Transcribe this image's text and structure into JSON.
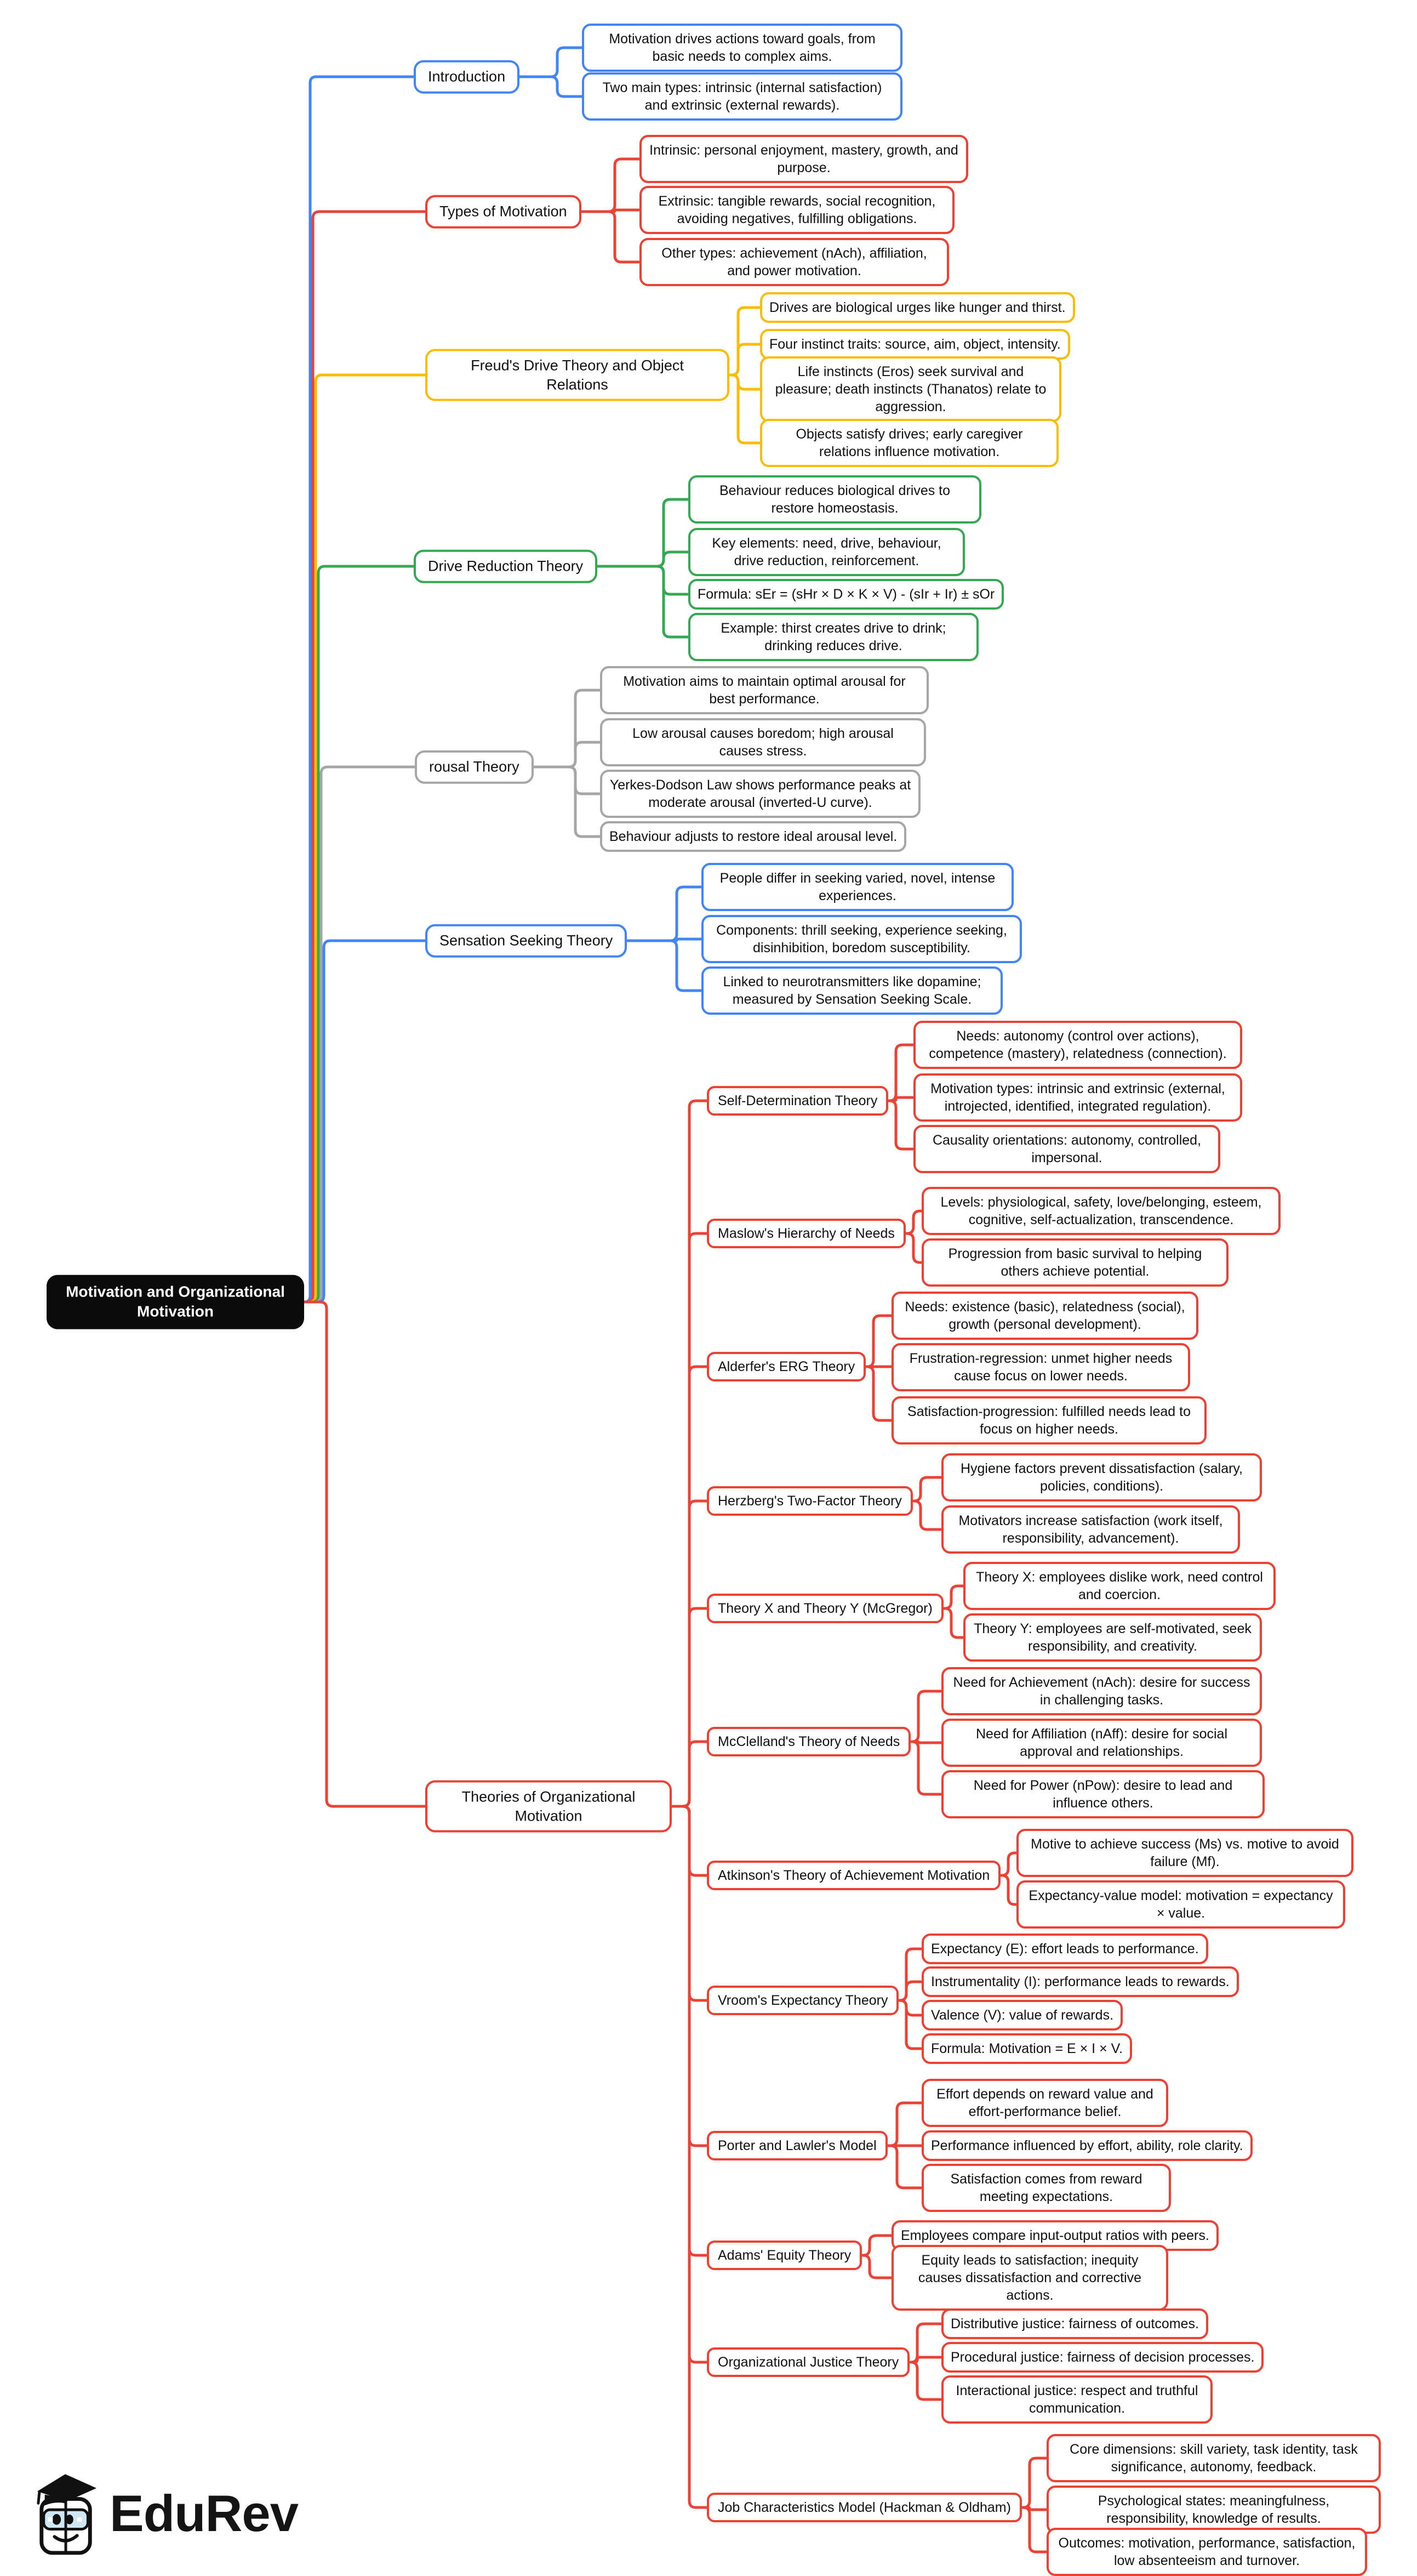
{
  "root": {
    "label": "Motivation and Organizational Motivation"
  },
  "palette": {
    "blue": "#4285F4",
    "red": "#EA4335",
    "yellow": "#FBBC05",
    "green": "#34A853",
    "gray": "#A6A6A6",
    "root_bg": "#0B0B0B"
  },
  "branches": [
    {
      "id": "introduction",
      "label": "Introduction",
      "color": "#4285F4",
      "children": [
        "Motivation drives actions toward goals, from basic needs to complex aims.",
        "Two main types: intrinsic (internal satisfaction) and extrinsic (external rewards)."
      ]
    },
    {
      "id": "types-of-motivation",
      "label": "Types of Motivation",
      "color": "#EA4335",
      "children": [
        "Intrinsic: personal enjoyment, mastery, growth, and purpose.",
        "Extrinsic: tangible rewards, social recognition, avoiding negatives, fulfilling obligations.",
        "Other types: achievement (nAch), affiliation, and power motivation."
      ]
    },
    {
      "id": "freud-drive-theory",
      "label": "Freud's Drive Theory and Object Relations",
      "color": "#FBBC05",
      "children": [
        "Drives are biological urges like hunger and thirst.",
        "Four instinct traits: source, aim, object, intensity.",
        "Life instincts (Eros) seek survival and pleasure; death instincts (Thanatos) relate to aggression.",
        "Objects satisfy drives; early caregiver relations influence motivation."
      ]
    },
    {
      "id": "drive-reduction-theory",
      "label": "Drive Reduction Theory",
      "color": "#34A853",
      "children": [
        "Behaviour reduces biological drives to restore homeostasis.",
        "Key elements: need, drive, behaviour, drive reduction, reinforcement.",
        "Formula: sEr = (sHr × D × K × V) - (sIr + Ir) ± sOr",
        "Example: thirst creates drive to drink; drinking reduces drive."
      ]
    },
    {
      "id": "arousal-theory",
      "label": "rousal Theory",
      "color": "#A6A6A6",
      "children": [
        "Motivation aims to maintain optimal arousal for best performance.",
        "Low arousal causes boredom; high arousal causes stress.",
        "Yerkes-Dodson Law shows performance peaks at moderate arousal (inverted-U curve).",
        "Behaviour adjusts to restore ideal arousal level."
      ]
    },
    {
      "id": "sensation-seeking-theory",
      "label": "Sensation Seeking Theory",
      "color": "#4285F4",
      "children": [
        "People differ in seeking varied, novel, intense experiences.",
        "Components: thrill seeking, experience seeking, disinhibition, boredom susceptibility.",
        "Linked to neurotransmitters like dopamine; measured by Sensation Seeking Scale."
      ]
    },
    {
      "id": "theories-of-organizational-motivation",
      "label": "Theories of Organizational Motivation",
      "color": "#EA4335",
      "subbranches": [
        {
          "label": "Self-Determination Theory",
          "children": [
            "Needs: autonomy (control over actions), competence (mastery), relatedness (connection).",
            "Motivation types: intrinsic and extrinsic (external, introjected, identified, integrated regulation).",
            "Causality orientations: autonomy, controlled, impersonal."
          ]
        },
        {
          "label": "Maslow's Hierarchy of Needs",
          "children": [
            "Levels: physiological, safety, love/belonging, esteem, cognitive, self-actualization, transcendence.",
            "Progression from basic survival to helping others achieve potential."
          ]
        },
        {
          "label": "Alderfer's ERG Theory",
          "children": [
            "Needs: existence (basic), relatedness (social), growth (personal development).",
            "Frustration-regression: unmet higher needs cause focus on lower needs.",
            "Satisfaction-progression: fulfilled needs lead to focus on higher needs."
          ]
        },
        {
          "label": "Herzberg's Two-Factor Theory",
          "children": [
            "Hygiene factors prevent dissatisfaction (salary, policies, conditions).",
            "Motivators increase satisfaction (work itself, responsibility, advancement)."
          ]
        },
        {
          "label": "Theory X and Theory Y (McGregor)",
          "children": [
            "Theory X: employees dislike work, need control and coercion.",
            "Theory Y: employees are self-motivated, seek responsibility, and creativity."
          ]
        },
        {
          "label": "McClelland's Theory of Needs",
          "children": [
            "Need for Achievement (nAch): desire for success in challenging tasks.",
            "Need for Affiliation (nAff): desire for social approval and relationships.",
            "Need for Power (nPow): desire to lead and influence others."
          ]
        },
        {
          "label": "Atkinson's Theory of Achievement Motivation",
          "children": [
            "Motive to achieve success (Ms) vs. motive to avoid failure (Mf).",
            "Expectancy-value model: motivation = expectancy × value."
          ]
        },
        {
          "label": "Vroom's Expectancy Theory",
          "children": [
            "Expectancy (E): effort leads to performance.",
            "Instrumentality (I): performance leads to rewards.",
            "Valence (V): value of rewards.",
            "Formula: Motivation = E × I × V."
          ]
        },
        {
          "label": "Porter and Lawler's Model",
          "children": [
            "Effort depends on reward value and effort-performance belief.",
            "Performance influenced by effort, ability, role clarity.",
            "Satisfaction comes from reward meeting expectations."
          ]
        },
        {
          "label": "Adams' Equity Theory",
          "children": [
            "Employees compare input-output ratios with peers.",
            "Equity leads to satisfaction; inequity causes dissatisfaction and corrective actions."
          ]
        },
        {
          "label": "Organizational Justice Theory",
          "children": [
            "Distributive justice: fairness of outcomes.",
            "Procedural justice: fairness of decision processes.",
            "Interactional justice: respect and truthful communication."
          ]
        },
        {
          "label": "Job Characteristics Model (Hackman & Oldham)",
          "children": [
            "Core dimensions: skill variety, task identity, task significance, autonomy, feedback.",
            "Psychological states: meaningfulness, responsibility, knowledge of results.",
            "Outcomes: motivation, performance, satisfaction, low absenteeism and turnover."
          ]
        }
      ]
    }
  ],
  "logo": {
    "text": "EduRev",
    "icon": "graduation-cap-book-icon"
  }
}
